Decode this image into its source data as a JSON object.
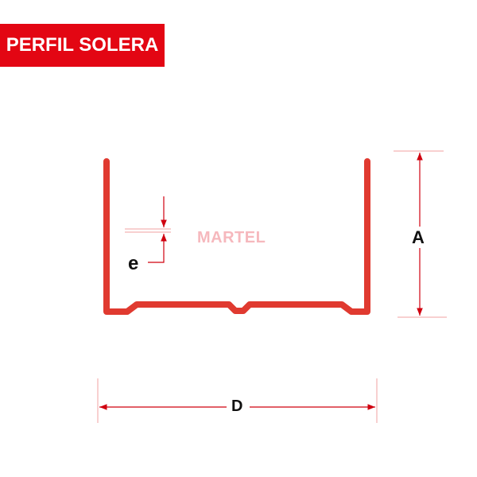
{
  "title": "PERFIL SOLERA",
  "watermark": "MARTEL",
  "labels": {
    "thickness": "e",
    "height": "A",
    "width": "D"
  },
  "colors": {
    "profile": "#e03a30",
    "brand": "#e30613",
    "dimension": "#d0000f"
  }
}
